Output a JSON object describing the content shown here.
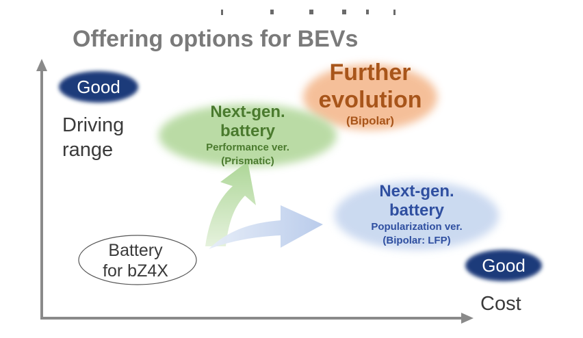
{
  "title": "Offering options for BEVs",
  "axes": {
    "y_badge": "Good",
    "y_label_line1": "Driving",
    "y_label_line2": "range",
    "x_badge": "Good",
    "x_label": "Cost"
  },
  "nodes": {
    "current": {
      "line1": "Battery",
      "line2": "for bZ4X"
    },
    "performance": {
      "line1": "Next-gen.",
      "line2": "battery",
      "line3": "Performance ver.",
      "line4": "(Prismatic)"
    },
    "popularization": {
      "line1": "Next-gen.",
      "line2": "battery",
      "line3": "Popularization ver.",
      "line4": "(Bipolar: LFP)"
    },
    "further": {
      "line1": "Further",
      "line2": "evolution",
      "line3": "(Bipolar)"
    }
  },
  "colors": {
    "axis": "#8a8a8a",
    "badge": "#1f3a7a",
    "green_bubble": "#b9dca4",
    "blue_bubble": "#c9d8f0",
    "orange_bubble": "#f6c7a6",
    "green_arrow": "#bfe0ad",
    "blue_arrow": "#c3d4ee"
  }
}
